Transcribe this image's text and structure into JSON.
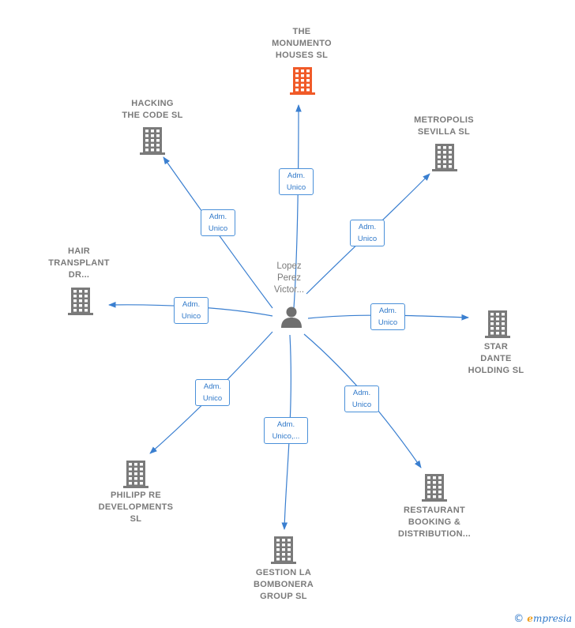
{
  "center": {
    "name_lines": [
      "Lopez",
      "Perez",
      "Victor..."
    ],
    "icon": "person-icon"
  },
  "companies": [
    {
      "id": "monumento",
      "lines": [
        "THE",
        "MONUMENTO",
        "HOUSES SL"
      ],
      "highlight": true,
      "badge": [
        "Adm.",
        "Unico"
      ],
      "icon": "building-icon"
    },
    {
      "id": "hacking",
      "lines": [
        "HACKING",
        "THE CODE SL"
      ],
      "highlight": false,
      "badge": [
        "Adm.",
        "Unico"
      ],
      "icon": "building-icon"
    },
    {
      "id": "metropolis",
      "lines": [
        "METROPOLIS",
        "SEVILLA SL"
      ],
      "highlight": false,
      "badge": [
        "Adm.",
        "Unico"
      ],
      "icon": "building-icon"
    },
    {
      "id": "hair",
      "lines": [
        "HAIR",
        "TRANSPLANT",
        "DR..."
      ],
      "highlight": false,
      "badge": [
        "Adm.",
        "Unico"
      ],
      "icon": "building-icon"
    },
    {
      "id": "star",
      "lines": [
        "STAR",
        "DANTE",
        "HOLDING SL"
      ],
      "highlight": false,
      "badge": [
        "Adm.",
        "Unico"
      ],
      "icon": "building-icon"
    },
    {
      "id": "philipp",
      "lines": [
        "PHILIPP RE",
        "DEVELOPMENTS",
        "SL"
      ],
      "highlight": false,
      "badge": [
        "Adm.",
        "Unico"
      ],
      "icon": "building-icon"
    },
    {
      "id": "gestion",
      "lines": [
        "GESTION LA",
        "BOMBONERA",
        "GROUP SL"
      ],
      "highlight": false,
      "badge": [
        "Adm.",
        "Unico,..."
      ],
      "icon": "building-icon"
    },
    {
      "id": "restaurant",
      "lines": [
        "RESTAURANT",
        "BOOKING &",
        "DISTRIBUTION..."
      ],
      "highlight": false,
      "badge": [
        "Adm.",
        "Unico"
      ],
      "icon": "building-icon"
    }
  ],
  "footer": {
    "copyright": "©",
    "brand_initial": "e",
    "brand_rest": "mpresia"
  },
  "colors": {
    "edge": "#3a7fd0",
    "node": "#7a7a7a",
    "highlight": "#f05a28",
    "badge_text": "#2f78c9"
  }
}
